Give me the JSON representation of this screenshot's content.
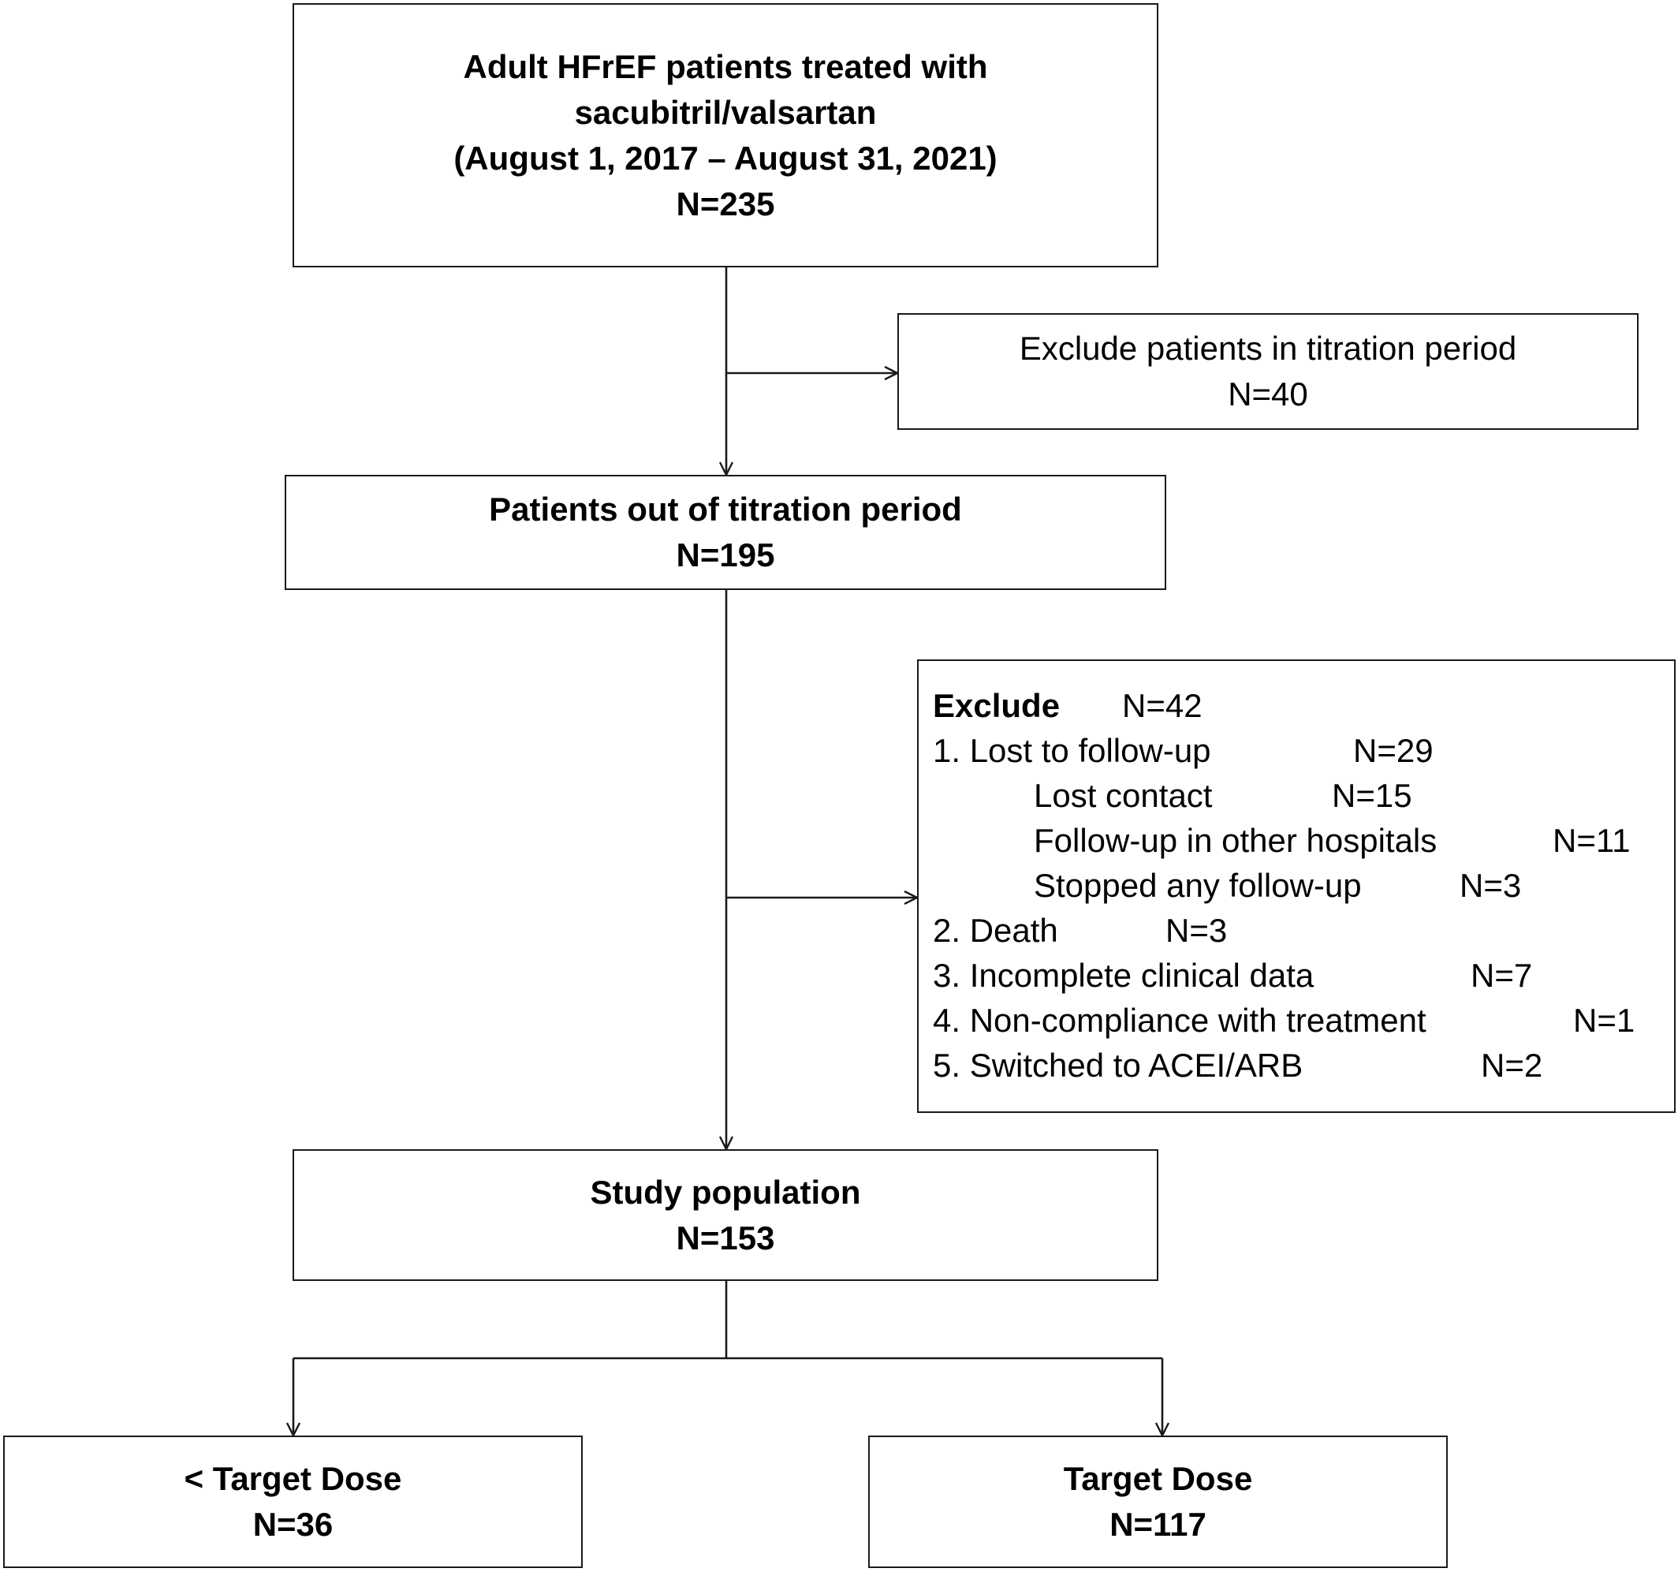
{
  "boxes": {
    "enrollment": {
      "line1": "Adult HFrEF patients treated with",
      "line2": "sacubitril/valsartan",
      "line3": "(August 1, 2017 – August 31, 2021)",
      "count": "N=235"
    },
    "exclude_titration": {
      "label": "Exclude patients in titration period",
      "count": "N=40"
    },
    "out_of_titration": {
      "label": "Patients out of titration period",
      "count": "N=195"
    },
    "exclude_list": {
      "title": "Exclude",
      "count": "N=42",
      "items": [
        {
          "label": "1. Lost to follow-up",
          "count": "N=29"
        },
        {
          "label": "Lost contact",
          "count": "N=15"
        },
        {
          "label": "Follow-up in other hospitals",
          "count": "N=11"
        },
        {
          "label": "Stopped any follow-up",
          "count": "N=3"
        },
        {
          "label": "2. Death",
          "count": "N=3"
        },
        {
          "label": "3. Incomplete clinical data",
          "count": "N=7"
        },
        {
          "label": "4. Non-compliance with treatment",
          "count": "N=1"
        },
        {
          "label": "5. Switched to ACEI/ARB",
          "count": "N=2"
        }
      ]
    },
    "study_population": {
      "label": "Study population",
      "count": "N=153"
    },
    "below_target": {
      "label": "< Target Dose",
      "count": "N=36"
    },
    "target": {
      "label": "Target Dose",
      "count": "N=117"
    }
  }
}
